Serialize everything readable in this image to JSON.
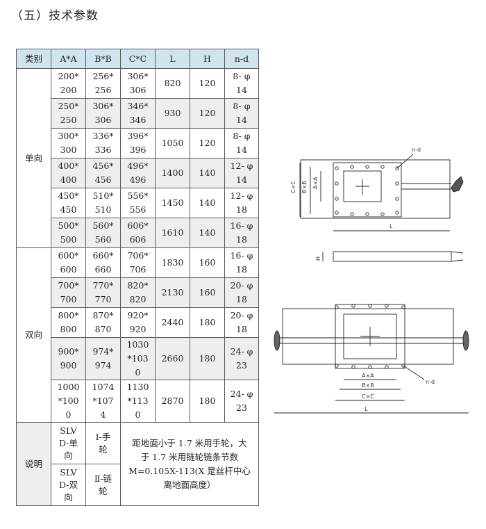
{
  "section_title": "（五）技术参数",
  "table": {
    "headers": [
      "类别",
      "A*A",
      "B*B",
      "C*C",
      "L",
      "H",
      "n-d"
    ],
    "groups": [
      {
        "category": "单向",
        "rows": [
          {
            "aa": [
              "200*",
              "200"
            ],
            "bb": [
              "256*",
              "256"
            ],
            "cc": [
              "306*",
              "306"
            ],
            "l": "820",
            "h": "120",
            "nd": [
              "8- φ",
              "14"
            ]
          },
          {
            "aa": [
              "250*",
              "250"
            ],
            "bb": [
              "306*",
              "306"
            ],
            "cc": [
              "346*",
              "346"
            ],
            "l": "930",
            "h": "120",
            "nd": [
              "8- φ",
              "14"
            ]
          },
          {
            "aa": [
              "300*",
              "300"
            ],
            "bb": [
              "336*",
              "336"
            ],
            "cc": [
              "396*",
              "396"
            ],
            "l": "1050",
            "h": "120",
            "nd": [
              "8- φ",
              "14"
            ]
          },
          {
            "aa": [
              "400*",
              "400"
            ],
            "bb": [
              "456*",
              "456"
            ],
            "cc": [
              "496*",
              "496"
            ],
            "l": "1400",
            "h": "140",
            "nd": [
              "12- φ",
              "14"
            ]
          },
          {
            "aa": [
              "450*",
              "450"
            ],
            "bb": [
              "510*",
              "510"
            ],
            "cc": [
              "556*",
              "556"
            ],
            "l": "1450",
            "h": "140",
            "nd": [
              "12- φ",
              "18"
            ]
          },
          {
            "aa": [
              "500*",
              "500"
            ],
            "bb": [
              "560*",
              "560"
            ],
            "cc": [
              "606*",
              "606"
            ],
            "l": "1610",
            "h": "140",
            "nd": [
              "16- φ",
              "18"
            ]
          }
        ]
      },
      {
        "category": "双向",
        "rows": [
          {
            "aa": [
              "600*",
              "600"
            ],
            "bb": [
              "660*",
              "660"
            ],
            "cc": [
              "706*",
              "706"
            ],
            "l": "1830",
            "h": "160",
            "nd": [
              "16- φ",
              "18"
            ]
          },
          {
            "aa": [
              "700*",
              "700"
            ],
            "bb": [
              "770*",
              "770"
            ],
            "cc": [
              "820*",
              "820"
            ],
            "l": "2130",
            "h": "160",
            "nd": [
              "20- φ",
              "18"
            ]
          },
          {
            "aa": [
              "800*",
              "800"
            ],
            "bb": [
              "870*",
              "870"
            ],
            "cc": [
              "920*",
              "920"
            ],
            "l": "2440",
            "h": "180",
            "nd": [
              "20- φ",
              "18"
            ]
          },
          {
            "aa": [
              "900*",
              "900"
            ],
            "bb": [
              "974*",
              "974"
            ],
            "cc": [
              "1030",
              "*103",
              "0"
            ],
            "l": "2660",
            "h": "180",
            "nd": [
              "24- φ",
              "23"
            ]
          },
          {
            "aa": [
              "1000",
              "*100",
              "0"
            ],
            "bb": [
              "1074",
              "*107",
              "4"
            ],
            "cc": [
              "1130",
              "*113",
              "0"
            ],
            "l": "2870",
            "h": "180",
            "nd": [
              "24- φ",
              "23"
            ]
          }
        ]
      }
    ],
    "notes": {
      "category": "说明",
      "model_single": [
        "SLV",
        "D-单",
        "向"
      ],
      "model_double": [
        "SLV",
        "D-双",
        "向"
      ],
      "drive_one": [
        "Ⅰ-手",
        "轮"
      ],
      "drive_two": [
        "Ⅱ-链",
        "轮"
      ],
      "description": [
        "距地面小于 1.7 米用手轮，大",
        "于 1.7 米用链轮链条节数",
        "M=0.105X-113(X 是丝杆中心",
        "离地面高度）"
      ]
    }
  },
  "diagram": {
    "label_nd": "n-d",
    "label_cc": "C×C",
    "label_bb": "B×B",
    "label_aa": "A×A",
    "label_l": "L",
    "label_h": "H"
  }
}
